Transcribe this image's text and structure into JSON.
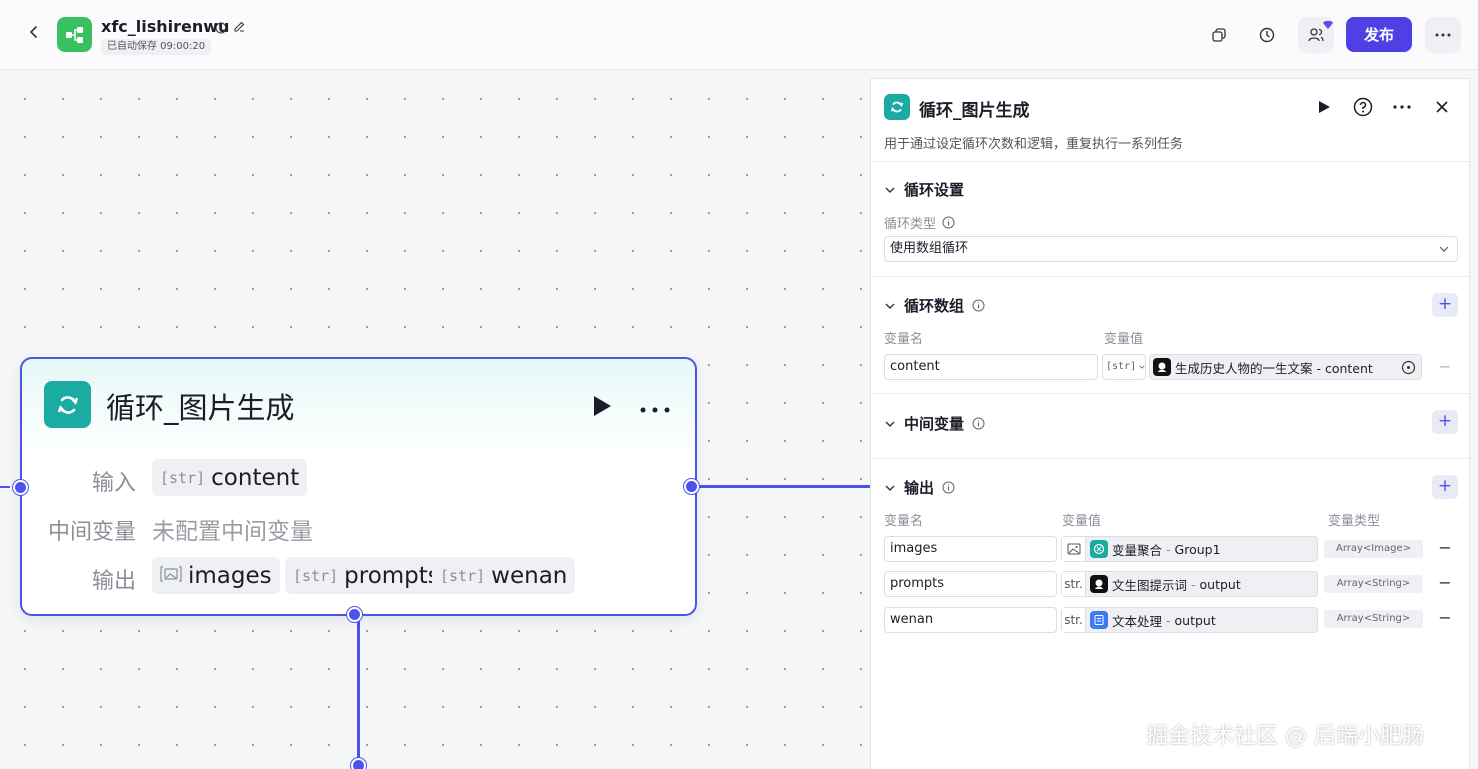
{
  "header": {
    "app_title": "xfc_lishirenwu",
    "save_status": "已自动保存 09:00:20",
    "publish_label": "发布",
    "icons": [
      "back-icon",
      "workflow-icon",
      "info-icon",
      "edit-icon",
      "copy-icon",
      "history-icon",
      "collaborators-icon",
      "more-icon"
    ]
  },
  "node": {
    "title": "循环_图片生成",
    "input_label": "输入",
    "mid_label": "中间变量",
    "output_label": "输出",
    "input_tag": {
      "type": "[str]",
      "name": "content"
    },
    "mid_empty": "未配置中间变量",
    "output_tags": [
      {
        "type": "[img]",
        "name": "images"
      },
      {
        "type": "[str]",
        "name": "prompts"
      },
      {
        "type": "[str]",
        "name": "wenan"
      }
    ]
  },
  "panel": {
    "title": "循环_图片生成",
    "description": "用于通过设定循环次数和逻辑，重复执行一系列任务",
    "loop_settings": {
      "heading": "循环设置",
      "type_label": "循环类型",
      "type_value": "使用数组循环"
    },
    "loop_array": {
      "heading": "循环数组",
      "col_name": "变量名",
      "col_value": "变量值",
      "row": {
        "name": "content",
        "type": "[str]",
        "source": "生成历史人物的一生文案 - content"
      }
    },
    "mid_vars": {
      "heading": "中间变量"
    },
    "output": {
      "heading": "输出",
      "col_name": "变量名",
      "col_value": "变量值",
      "col_type": "变量类型",
      "rows": [
        {
          "name": "images",
          "prefix": "img",
          "source_node": "变量聚合",
          "source_var": "Group1",
          "type": "Array<Image>"
        },
        {
          "name": "prompts",
          "prefix": "str.",
          "source_node": "文生图提示词",
          "source_var": "output",
          "type": "Array<String>"
        },
        {
          "name": "wenan",
          "prefix": "str.",
          "source_node": "文本处理",
          "source_var": "output",
          "type": "Array<String>"
        }
      ]
    }
  },
  "watermark": "掘金技术社区 @ 后端小肥肠",
  "colors": {
    "accent": "#4d53e8",
    "publish": "#4e40e5",
    "loop_icon": "#1aaba2",
    "app_icon": "#39c05f"
  }
}
